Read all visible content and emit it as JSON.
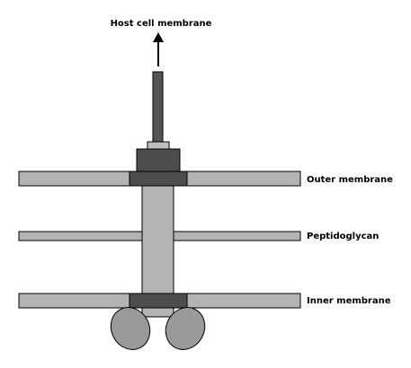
{
  "labels": {
    "host_cell_membrane": "Host cell membrane",
    "outer_membrane": "Outer membrane",
    "peptidoglycan": "Peptidoglycan",
    "inner_membrane": "Inner membrane"
  },
  "colors": {
    "membrane_fill": "#b3b3b3",
    "core_fill": "#4d4d4d",
    "rod_fill": "#555555",
    "cap_fill": "#bfbfbf",
    "lobe_fill": "#9a9a9a",
    "outline": "#000000"
  }
}
